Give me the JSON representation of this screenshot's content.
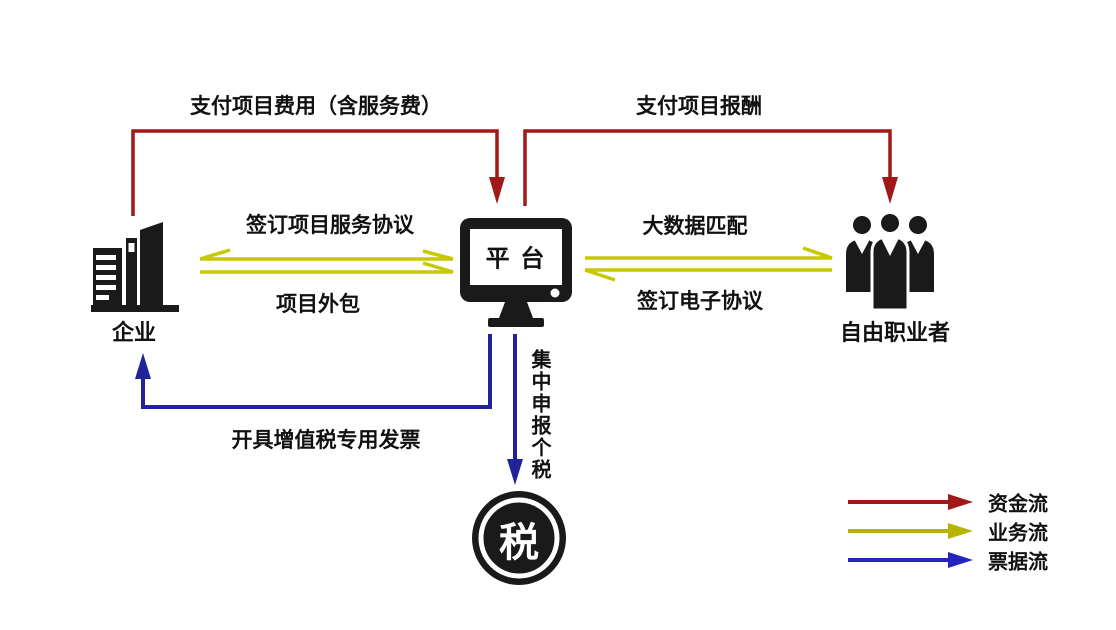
{
  "nodes": {
    "enterprise": "企业",
    "platform": "平 台",
    "freelancer": "自由职业者",
    "tax": "税"
  },
  "flows": {
    "pay_project_fee": "支付项目费用（含服务费）",
    "pay_project_reward": "支付项目报酬",
    "sign_project_service_agreement": "签订项目服务协议",
    "project_outsourcing": "项目外包",
    "big_data_matching": "大数据匹配",
    "sign_electronic_agreement": "签订电子协议",
    "issue_vat_special_invoice": "开具增值税专用发票",
    "centralized_personal_tax_filing": "集中申报个税"
  },
  "legend": {
    "items": [
      {
        "label": "资金流",
        "color": "#A01818"
      },
      {
        "label": "业务流",
        "color": "#B5B500"
      },
      {
        "label": "票据流",
        "color": "#2424BE"
      }
    ]
  },
  "colors": {
    "funds_flow": "#A01818",
    "business_flow": "#C8C800",
    "documents_flow": "#232399",
    "icon": "#1A1A1A"
  }
}
